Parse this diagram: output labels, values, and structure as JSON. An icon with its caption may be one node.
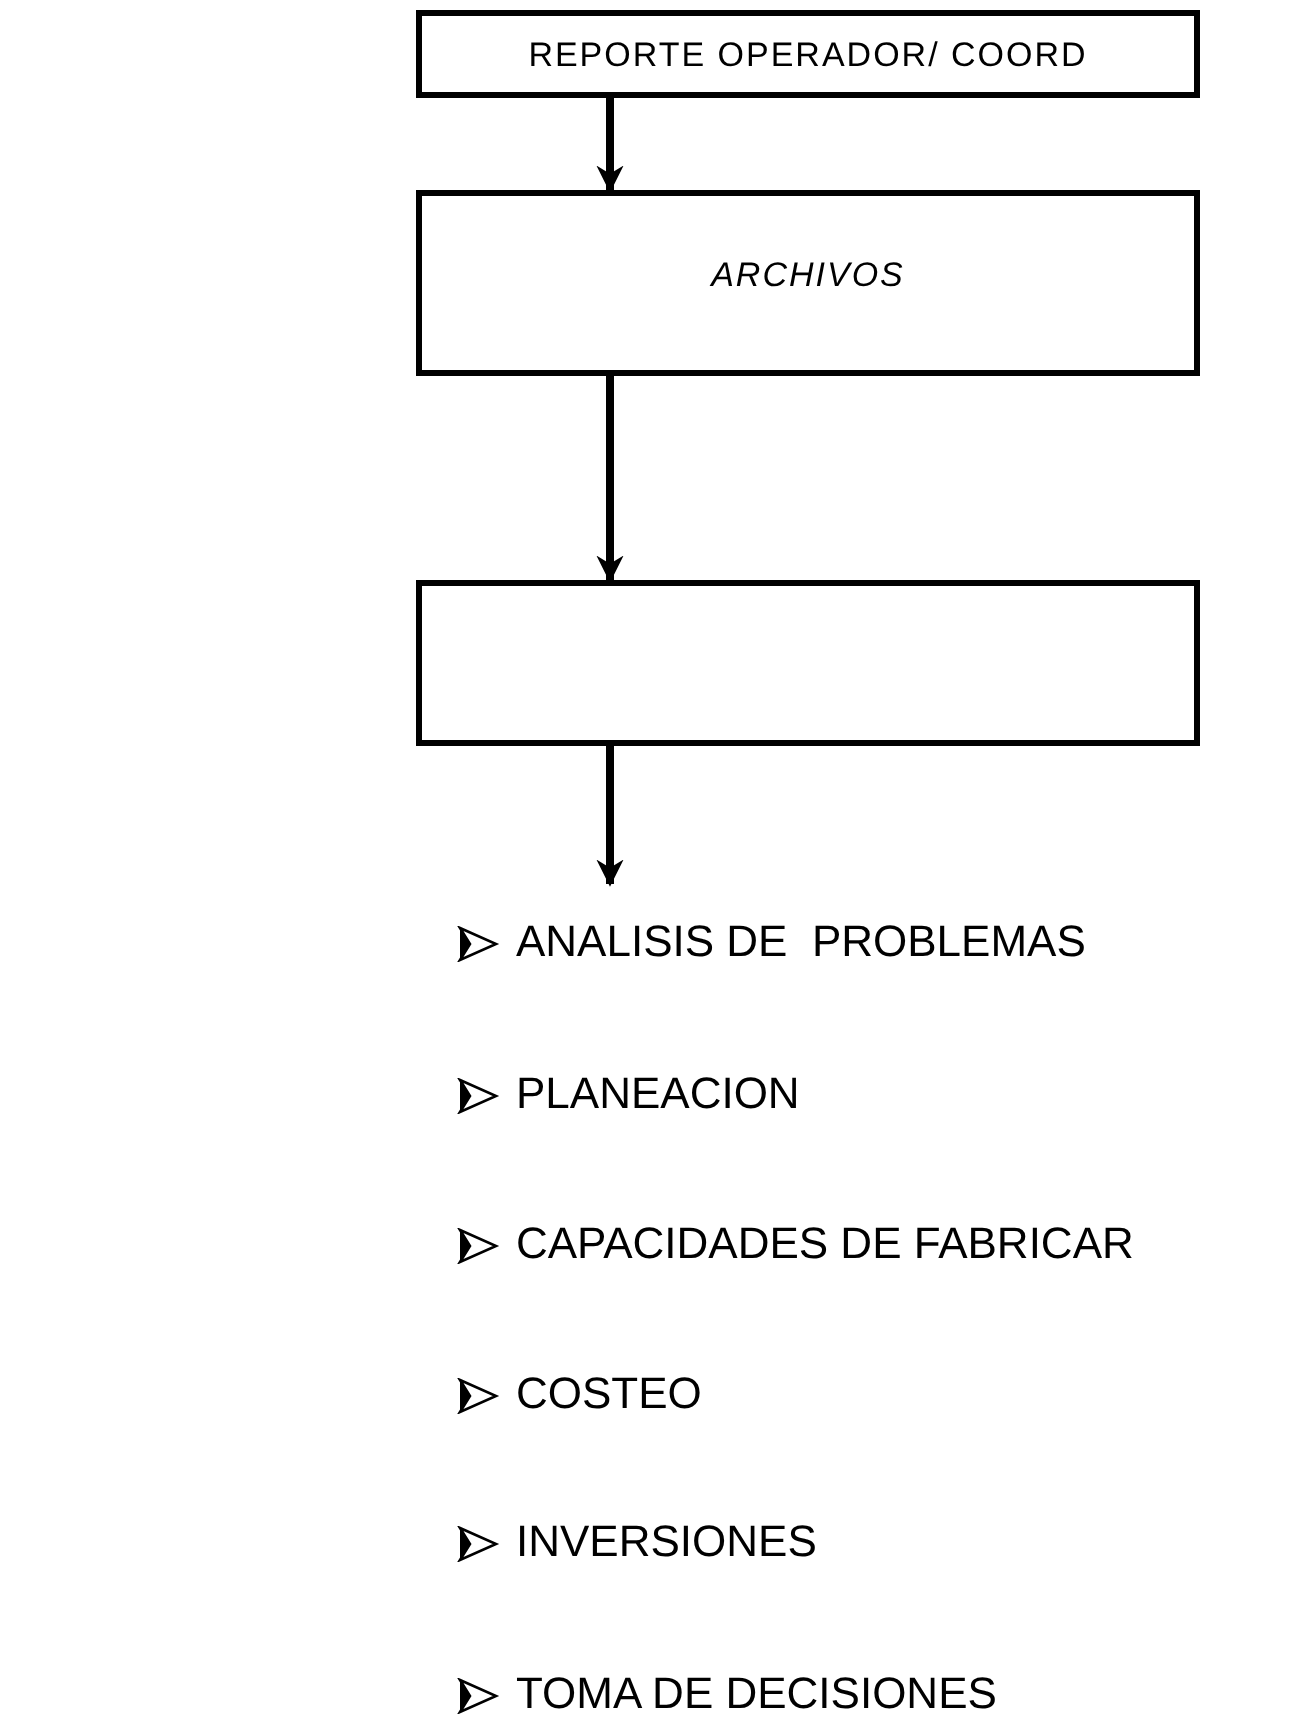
{
  "diagram": {
    "nodes": [
      {
        "text": [
          "REPORTE OPERADOR/ COORD"
        ]
      },
      {
        "text": [
          "ARCHIVOS"
        ]
      },
      {
        "text": [],
        "shape": "box"
      }
    ],
    "edges": [
      {
        "from": 0,
        "to": 1,
        "arrow": "to"
      },
      {
        "from": 1,
        "to": 2,
        "arrow": "to"
      },
      {
        "from": 2,
        "to": null,
        "arrow": "to"
      }
    ],
    "labels": [
      "ANALISIS DE  PROBLEMAS",
      "PLANEACION",
      "CAPACIDADES DE FABRICAR",
      "COSTEO",
      "INVERSIONES",
      "TOMA DE DECISIONES"
    ]
  }
}
